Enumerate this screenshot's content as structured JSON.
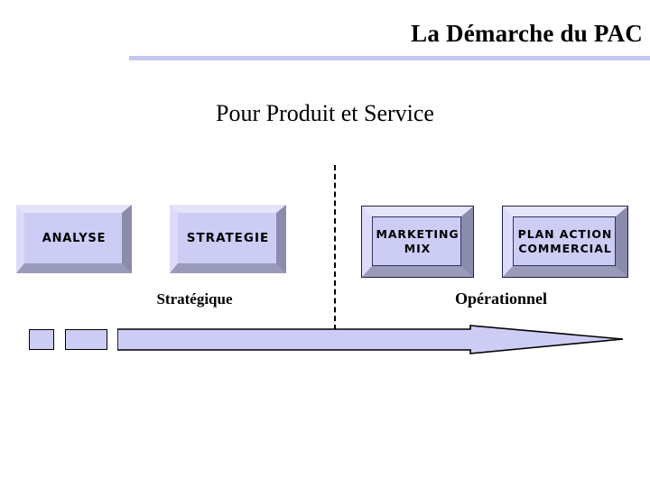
{
  "slide": {
    "title": "La Démarche du PAC",
    "subtitle": "Pour Produit et Service",
    "colors": {
      "rule": "#c6c6ef",
      "box_face": "#ccccf4",
      "bevel_light": "#e4e4fb",
      "bevel_dark": "#8b8bad",
      "box_outline": "#20204a",
      "arrow_fill": "#ccccf4",
      "arrow_stroke": "#000000",
      "text": "#000000"
    }
  },
  "process": {
    "boxes": [
      {
        "label": "ANALYSE",
        "style": "soft",
        "phase": "strategique"
      },
      {
        "label": "STRATEGIE",
        "style": "soft",
        "phase": "strategique"
      },
      {
        "label": "MARKETING\nMIX",
        "style": "outlined",
        "phase": "operationnel"
      },
      {
        "label": "PLAN  ACTION\nCOMMERCIAL",
        "style": "outlined",
        "phase": "operationnel"
      }
    ],
    "phases": [
      {
        "key": "strategique",
        "label": "Stratégique"
      },
      {
        "key": "operationnel",
        "label": "Opérationnel"
      }
    ],
    "divider": {
      "type": "dashed-vertical"
    },
    "arrow": {
      "direction": "right",
      "segments": 3,
      "segment_names": [
        "arrow-dash-small",
        "arrow-dash-medium",
        "arrow-body-with-head"
      ]
    }
  }
}
